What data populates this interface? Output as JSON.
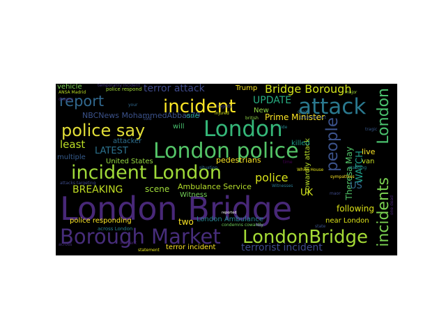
{
  "wordcloud": {
    "background": "#000000",
    "palette": "viridis",
    "words": [
      {
        "id": "london-bridge",
        "text": "London Bridge",
        "color": "#482878"
      },
      {
        "id": "borough-market",
        "text": "Borough Market",
        "color": "#472d7b"
      },
      {
        "id": "londonbridge",
        "text": "LondonBridge",
        "color": "#a5db36"
      },
      {
        "id": "incident-london",
        "text": "incident London",
        "color": "#a0da39"
      },
      {
        "id": "london-police",
        "text": "London police",
        "color": "#54c568"
      },
      {
        "id": "london-1",
        "text": "London",
        "color": "#35b779"
      },
      {
        "id": "police-say",
        "text": "police say",
        "color": "#e1dd37"
      },
      {
        "id": "incident-1",
        "text": "incident",
        "color": "#fde725"
      },
      {
        "id": "attack",
        "text": "attack",
        "color": "#2a788e"
      },
      {
        "id": "report",
        "text": "report",
        "color": "#31688e"
      },
      {
        "id": "london-vertical",
        "text": "London",
        "color": "#4ac16d"
      },
      {
        "id": "incidents",
        "text": "incidents",
        "color": "#7ad151"
      },
      {
        "id": "people",
        "text": "people",
        "color": "#3b528b"
      },
      {
        "id": "bridge-borough",
        "text": "Bridge Borough",
        "color": "#d2e21b"
      },
      {
        "id": "terror-attack",
        "text": "terror attack",
        "color": "#3e4989"
      },
      {
        "id": "breaking",
        "text": "BREAKING",
        "color": "#c2df23"
      },
      {
        "id": "police-2",
        "text": "police",
        "color": "#d8e219"
      },
      {
        "id": "terrorist-incident",
        "text": "terrorist incident",
        "color": "#3e4a89"
      },
      {
        "id": "update",
        "text": "UPDATE",
        "color": "#27ad81"
      },
      {
        "id": "prime-minister",
        "text": "Prime Minister",
        "color": "#fde725"
      },
      {
        "id": "latest",
        "text": "LATEST",
        "color": "#2c728e"
      },
      {
        "id": "least",
        "text": "least",
        "color": "#bddf26"
      },
      {
        "id": "scene",
        "text": "scene",
        "color": "#9fda3a"
      },
      {
        "id": "ambulance-service",
        "text": "Ambulance Service",
        "color": "#b5de2b"
      },
      {
        "id": "two",
        "text": "two",
        "color": "#fde725"
      },
      {
        "id": "police-responding",
        "text": "police responding",
        "color": "#fde725"
      },
      {
        "id": "united-states",
        "text": "United States",
        "color": "#95d840"
      },
      {
        "id": "uk",
        "text": "UK",
        "color": "#d0e11c"
      },
      {
        "id": "us",
        "text": "US",
        "color": "#31688e"
      },
      {
        "id": "following",
        "text": "following",
        "color": "#dde318"
      },
      {
        "id": "near-london",
        "text": "near London",
        "color": "#dde318"
      },
      {
        "id": "nbcnews",
        "text": "NBCNews MohammedAbbas79",
        "color": "#3b528b"
      },
      {
        "id": "pedestrians",
        "text": "pedestrians",
        "color": "#fde725"
      },
      {
        "id": "killed",
        "text": "killed",
        "color": "#1f9e89"
      },
      {
        "id": "cowardly-attack",
        "text": "cowardly attack",
        "color": "#b8de29"
      },
      {
        "id": "theresa-may",
        "text": "Theresa May",
        "color": "#52c569"
      },
      {
        "id": "watch",
        "text": "WATCH",
        "color": "#1f9e89"
      },
      {
        "id": "live",
        "text": "live",
        "color": "#fde725"
      },
      {
        "id": "van",
        "text": "van",
        "color": "#c8e020"
      },
      {
        "id": "trump",
        "text": "Trump",
        "color": "#fde725"
      },
      {
        "id": "vehicle",
        "text": "vehicle",
        "color": "#7ad151"
      },
      {
        "id": "multiple",
        "text": "multiple",
        "color": "#365c8d"
      },
      {
        "id": "attacker",
        "text": "attacker",
        "color": "#2e6f8e"
      },
      {
        "id": "witness",
        "text": "Witness",
        "color": "#73d056"
      },
      {
        "id": "will",
        "text": "will",
        "color": "#48c16e"
      },
      {
        "id": "one",
        "text": "one",
        "color": "#1f9e89"
      },
      {
        "id": "london-ambulance",
        "text": "London Ambulance",
        "color": "#26828e"
      },
      {
        "id": "terror-incident",
        "text": "terror incident",
        "color": "#fde725"
      },
      {
        "id": "new",
        "text": "New",
        "color": "#90d743"
      },
      {
        "id": "across-london",
        "text": "across London",
        "color": "#277f8e"
      },
      {
        "id": "statement",
        "text": "statement",
        "color": "#e5e419"
      },
      {
        "id": "police-respond",
        "text": "police respond",
        "color": "#a2da37"
      },
      {
        "id": "ansa-madrid",
        "text": "ANSA Madrid",
        "color": "#bddf26"
      },
      {
        "id": "temporarily-incident",
        "text": "temporarily incident",
        "color": "#443983"
      },
      {
        "id": "injured",
        "text": "injured",
        "color": "#d5e21a"
      },
      {
        "id": "british",
        "text": "british",
        "color": "#8ed645"
      },
      {
        "id": "potential-act",
        "text": "potential act",
        "color": "#3b528b"
      },
      {
        "id": "white-house",
        "text": "White House",
        "color": "#e5e419"
      },
      {
        "id": "sympathies",
        "text": "sympathies",
        "color": "#fde725"
      },
      {
        "id": "stabbing",
        "text": "stabbing",
        "color": "#25858e"
      },
      {
        "id": "condemns-cowardly",
        "text": "condemns cowardly",
        "color": "#6ece58"
      },
      {
        "id": "witnesses",
        "text": "Witnesses",
        "color": "#2a788e"
      },
      {
        "id": "situation",
        "text": "situation",
        "color": "#2e6e8e"
      },
      {
        "id": "reported",
        "text": "reported",
        "color": "#ffffff"
      },
      {
        "id": "across-tiny",
        "text": "across",
        "color": "#46317e"
      },
      {
        "id": "attack-targeting",
        "text": "attacks targeting",
        "color": "#3e4c8a"
      },
      {
        "id": "incident-tiny",
        "text": "incident",
        "color": "#482475"
      },
      {
        "id": "state",
        "text": "state",
        "color": "#3b528b"
      },
      {
        "id": "drags",
        "text": "drags",
        "color": "#2c728e"
      },
      {
        "id": "major",
        "text": "major",
        "color": "#a2da37"
      },
      {
        "id": "tragic",
        "text": "tragic",
        "color": "#38588c"
      },
      {
        "id": "side",
        "text": "side",
        "color": "#25848e"
      },
      {
        "id": "maor",
        "text": "maor",
        "color": "#3e4a89"
      },
      {
        "id": "dragon",
        "text": "dragon",
        "color": "#472d7b"
      },
      {
        "id": "tragedy",
        "text": "tragedy",
        "color": "#414487"
      },
      {
        "id": "your",
        "text": "your",
        "color": "#31688e"
      },
      {
        "id": "told",
        "text": "told",
        "color": "#3b528b"
      },
      {
        "id": "time",
        "text": "time",
        "color": "#440154"
      },
      {
        "id": "one-dead",
        "text": "one dead",
        "color": "#482576"
      }
    ]
  }
}
